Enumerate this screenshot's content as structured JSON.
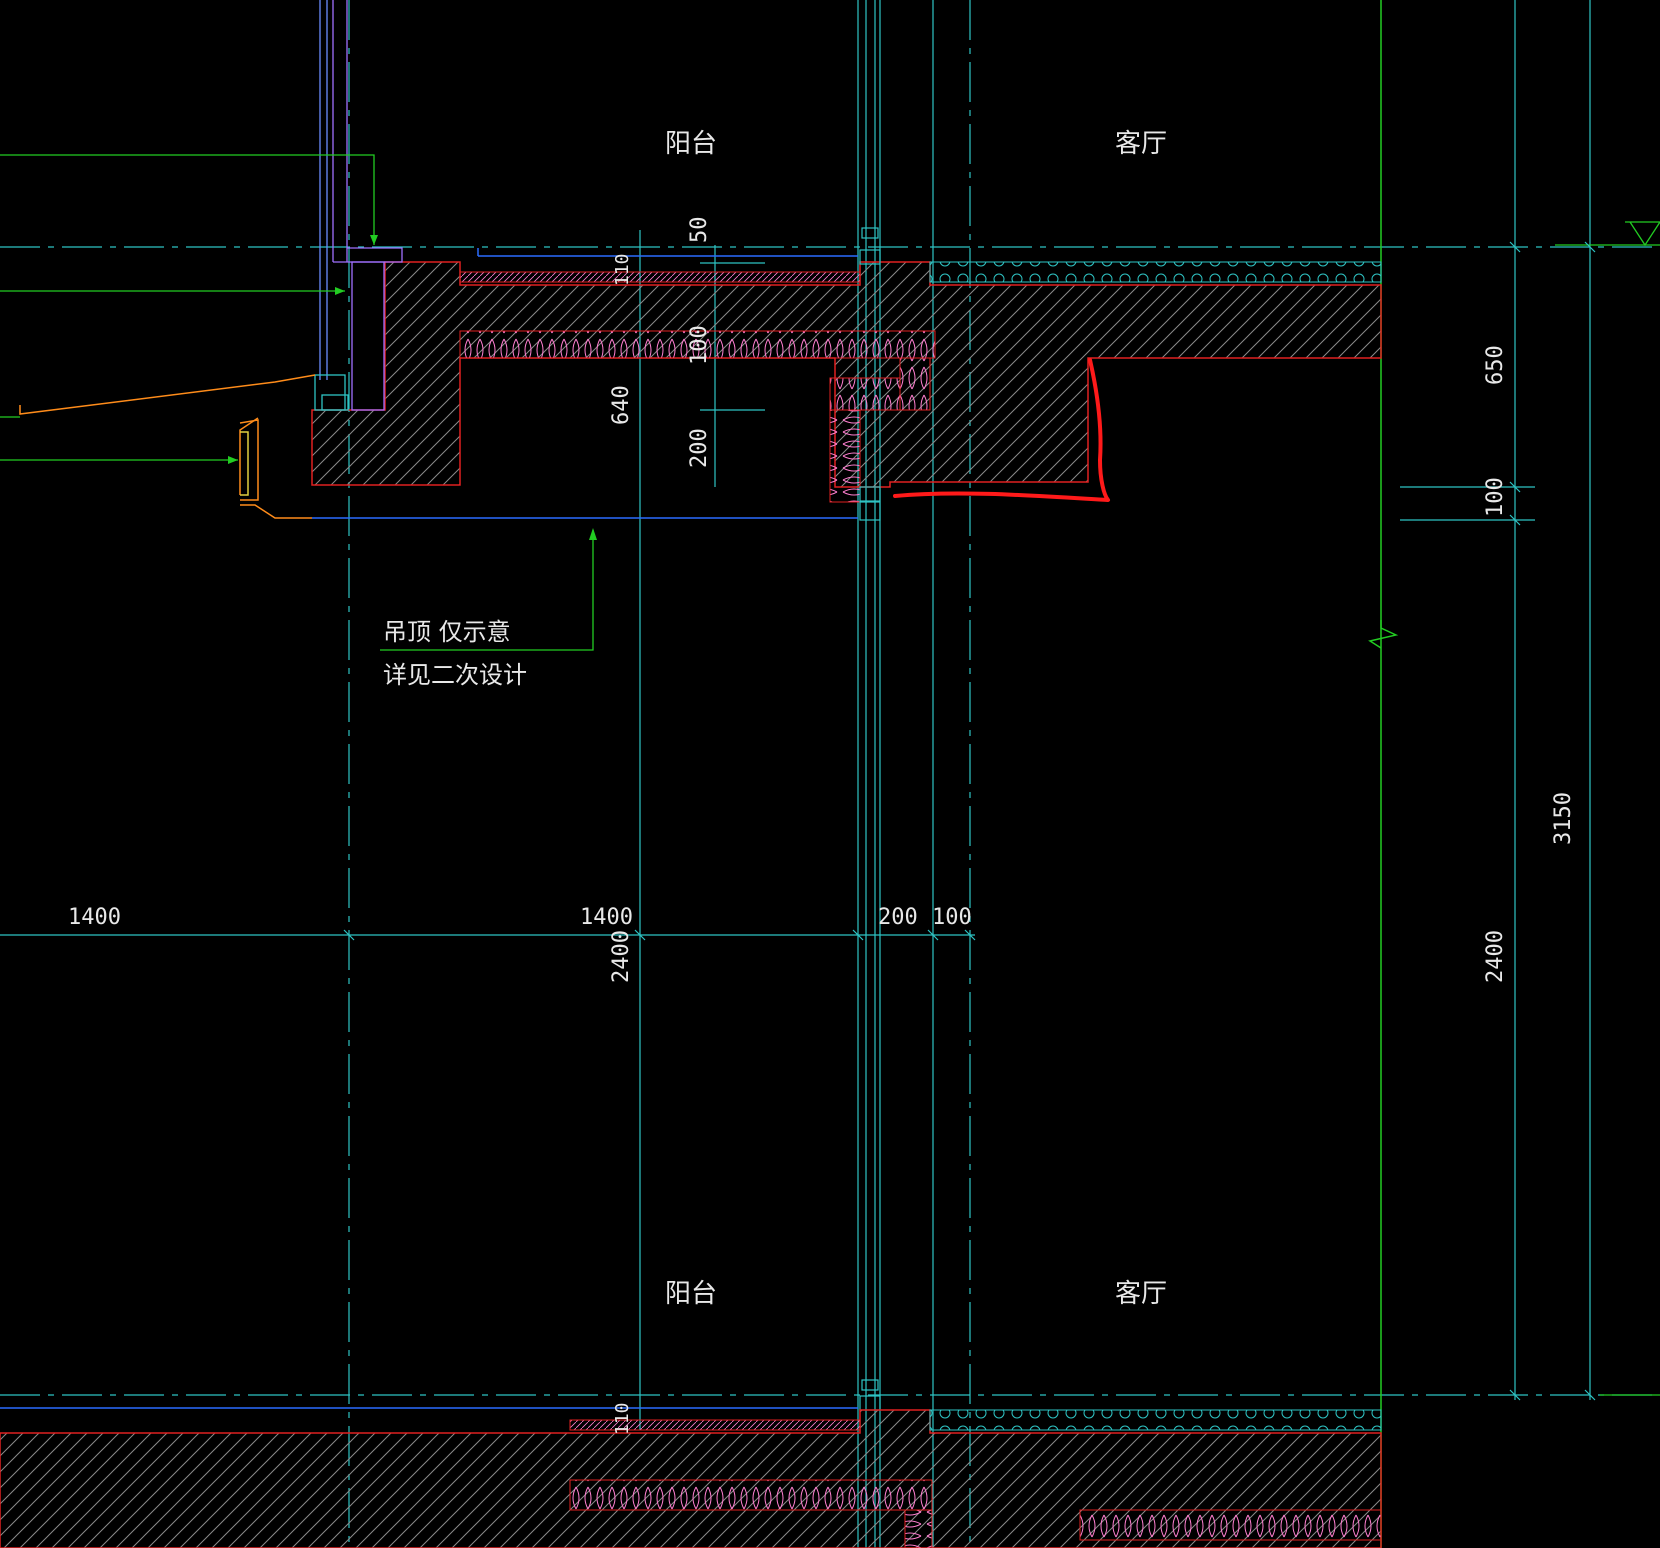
{
  "rooms": {
    "balcony_top": "阳台",
    "living_top": "客厅",
    "balcony_bottom": "阳台",
    "living_bottom": "客厅"
  },
  "note": {
    "line1": "吊顶  仅示意",
    "line2": "详见二次设计"
  },
  "dims": {
    "h_1400_left": "1400",
    "h_1400_mid": "1400",
    "h_200": "200",
    "h_100": "100",
    "v_50": "50",
    "v_110_top": "110",
    "v_100_inner": "100",
    "v_640": "640",
    "v_200": "200",
    "v_650": "650",
    "v_100_right": "100",
    "v_3150": "3150",
    "v_2400_mid": "2400",
    "v_2400_right": "2400",
    "v_110_bottom": "110"
  },
  "colors": {
    "background": "#000000",
    "axis": "#2ec4c4",
    "concrete_edge": "#e02020",
    "insulation": "#ff7fd0",
    "leader": "#22cc22",
    "frame": "#a070ff",
    "rail": "#ff8c1a",
    "markup": "#ff1a1a",
    "ceiling": "#2a6cff"
  }
}
